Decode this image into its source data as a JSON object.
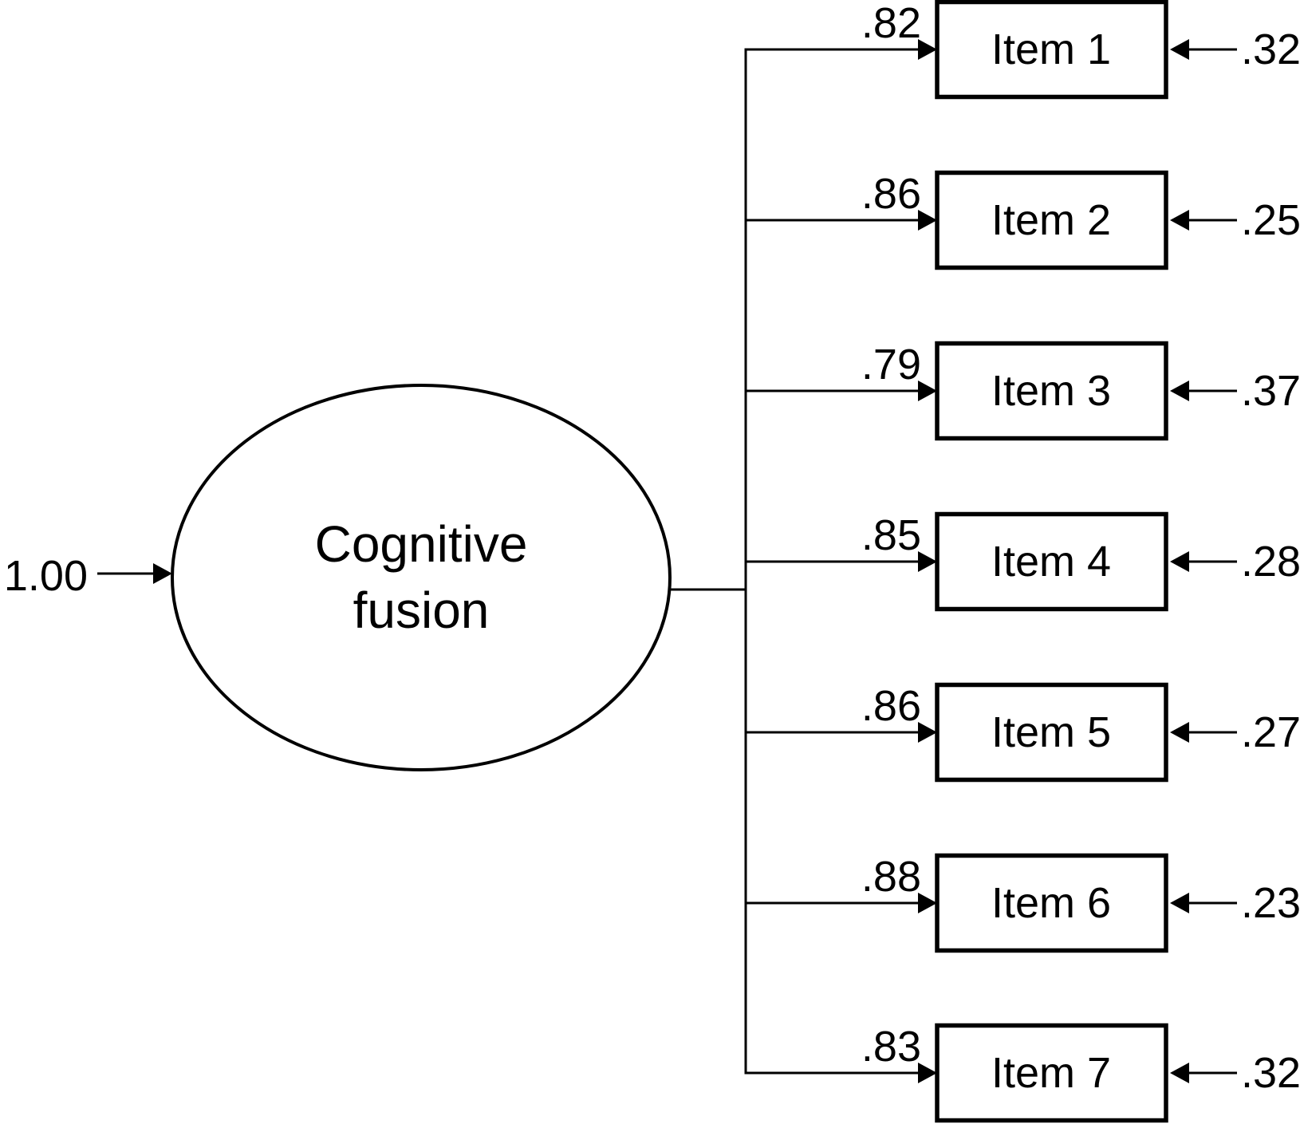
{
  "diagram": {
    "type": "confirmatory factor analysis path diagram",
    "colors": {
      "stroke": "#000000",
      "fill": "#ffffff",
      "text": "#000000"
    },
    "latent": {
      "name_line1": "Cognitive",
      "name_line2": "fusion",
      "variance_label": "1.00"
    },
    "items": [
      {
        "label": "Item 1",
        "loading": ".82",
        "error": ".32"
      },
      {
        "label": "Item 2",
        "loading": ".86",
        "error": ".25"
      },
      {
        "label": "Item 3",
        "loading": ".79",
        "error": ".37"
      },
      {
        "label": "Item 4",
        "loading": ".85",
        "error": ".28"
      },
      {
        "label": "Item 5",
        "loading": ".86",
        "error": ".27"
      },
      {
        "label": "Item 6",
        "loading": ".88",
        "error": ".23"
      },
      {
        "label": "Item 7",
        "loading": ".83",
        "error": ".32"
      }
    ]
  }
}
